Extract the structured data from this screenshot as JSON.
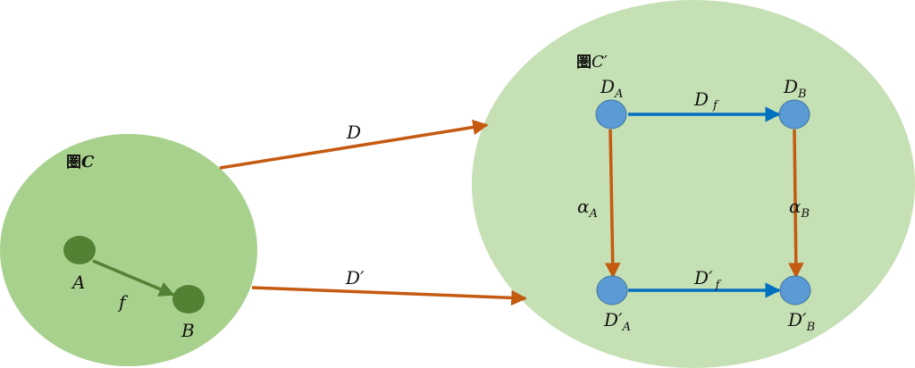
{
  "colors": {
    "category_c_fill": "#a9d18e",
    "category_c2_fill": "#c5e0b4",
    "object_c_fill": "#548235",
    "object_c2_fill": "#5b9bd5",
    "functor_arrow": "#c55a11",
    "morphism_c_arrow": "#548235",
    "morphism_c2_arrow": "#0070c0",
    "text": "#111111"
  },
  "category_c": {
    "title_prefix": "圏",
    "title_letter": "C",
    "objects": {
      "a": "A",
      "b": "B"
    },
    "morphism": "f"
  },
  "category_c2": {
    "title_prefix": "圏",
    "title_letter": "C",
    "title_prime": "′",
    "objects": {
      "da_main": "D",
      "da_sub": "A",
      "db_main": "D",
      "db_sub": "B",
      "d2a_main": "D′",
      "d2a_sub": "A",
      "d2b_main": "D′",
      "d2b_sub": "B"
    },
    "morphisms": {
      "df_main": "D",
      "df_sub": "f",
      "d2f_main": "D′",
      "d2f_sub": "f",
      "alpha_a_main": "α",
      "alpha_a_sub": "A",
      "alpha_b_main": "α",
      "alpha_b_sub": "B"
    }
  },
  "functors": {
    "d": "D",
    "d_prime": "D′"
  }
}
